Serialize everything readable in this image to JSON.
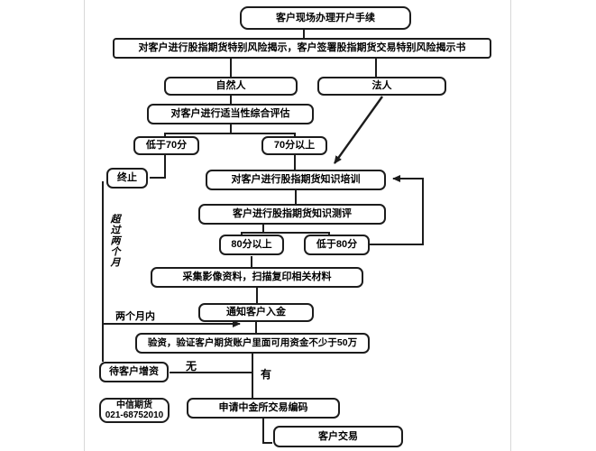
{
  "colors": {
    "line": "#1c1c1c",
    "background": "#ffffff"
  },
  "nodes": {
    "start": {
      "label": "客户现场办理开户手续"
    },
    "risk": {
      "label": "对客户进行股指期货特别风险揭示，客户签署股指期货交易特别风险揭示书"
    },
    "natural_person": {
      "label": "自然人"
    },
    "legal_person": {
      "label": "法人"
    },
    "suitability": {
      "label": "对客户进行适当性综合评估"
    },
    "below_70": {
      "label": "低于70分"
    },
    "above_70": {
      "label": "70分以上"
    },
    "terminate": {
      "label": "终止"
    },
    "training": {
      "label": "对客户进行股指期货知识培训"
    },
    "test": {
      "label": "客户进行股指期货知识测评"
    },
    "above_80": {
      "label": "80分以上"
    },
    "below_80": {
      "label": "低于80分"
    },
    "collect": {
      "label": "采集影像资料，扫描复印相关材料"
    },
    "notify_deposit": {
      "label": "通知客户入金"
    },
    "verify_funds": {
      "label": "验资，验证客户期货账户里面可用资金不少于50万"
    },
    "wait_add_funds": {
      "label": "待客户增资"
    },
    "apply_code": {
      "label": "申请中金所交易编码"
    },
    "customer_trade": {
      "label": "客户交易"
    }
  },
  "edge_labels": {
    "no": "无",
    "yes": "有",
    "within_two_months": "两个月内",
    "over_two_months": "超过两个月"
  },
  "contact": {
    "company": "中信期货",
    "phone": "021-68752010"
  }
}
